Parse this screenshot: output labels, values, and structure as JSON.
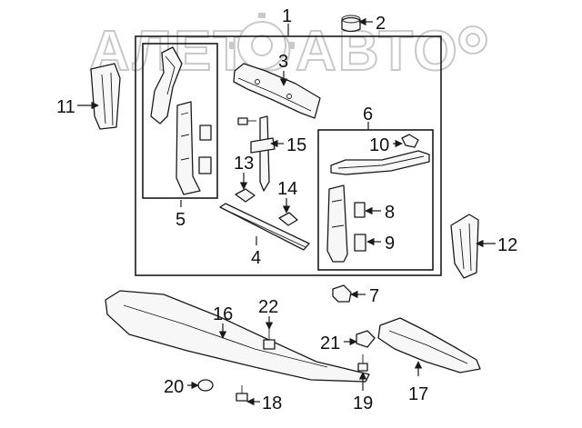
{
  "watermark": {
    "text": "АЛЕТО",
    "text2": "АВТО"
  },
  "callouts": [
    "1",
    "2",
    "3",
    "4",
    "5",
    "6",
    "7",
    "8",
    "9",
    "10",
    "11",
    "12",
    "13",
    "14",
    "15",
    "16",
    "17",
    "18",
    "19",
    "20",
    "21",
    "22"
  ],
  "colors": {
    "line": "#1a1a1a",
    "part_fill": "#f7f7f7",
    "watermark_outline": "#c9c9c9",
    "background": "#ffffff"
  }
}
